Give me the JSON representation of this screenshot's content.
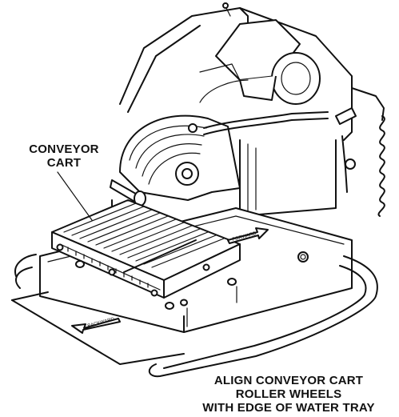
{
  "callouts": {
    "conveyor_cart": "CONVEYOR\nCART",
    "align_wheels": "ALIGN CONVEYOR CART\nROLLER WHEELS\nWITH EDGE OF WATER TRAY"
  },
  "arrows": {
    "forward": "FORWARD",
    "backward": "BACKWARD"
  }
}
